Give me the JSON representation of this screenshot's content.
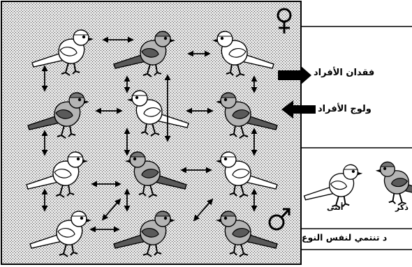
{
  "labels": {
    "loss_of_individuals": "فقدان الأفراد",
    "entry_of_individuals": "ولوج الأفراد",
    "female": "أنثى",
    "male": "ذكر",
    "same_species": "د تنتمي لنفس النوع"
  },
  "symbols": {
    "female_symbol": "♀",
    "male_symbol": "♂"
  },
  "icons": {
    "bird": "bird-icon",
    "out_arrow": "arrow-right-icon",
    "in_arrow": "arrow-left-icon",
    "double_arrow": "double-arrow-icon"
  },
  "colors": {
    "stipple_bg": "#dcdcdc",
    "bird_light": "#ffffff",
    "bird_gray": "#b4b4b4",
    "bird_dark": "#5a5a5a",
    "ink": "#000000"
  },
  "birds": [
    {
      "id": "r1c1",
      "shade": "light"
    },
    {
      "id": "r1c2",
      "shade": "gray"
    },
    {
      "id": "r1c3",
      "shade": "light"
    },
    {
      "id": "r2c1",
      "shade": "gray"
    },
    {
      "id": "r2c2",
      "shade": "light"
    },
    {
      "id": "r2c3",
      "shade": "gray"
    },
    {
      "id": "r3c1",
      "shade": "light"
    },
    {
      "id": "r3c2",
      "shade": "gray"
    },
    {
      "id": "r3c3",
      "shade": "light"
    },
    {
      "id": "r4c1",
      "shade": "light"
    },
    {
      "id": "r4c2",
      "shade": "gray"
    },
    {
      "id": "r4c3",
      "shade": "gray"
    },
    {
      "id": "legend-female",
      "shade": "light"
    },
    {
      "id": "legend-male",
      "shade": "gray"
    }
  ]
}
